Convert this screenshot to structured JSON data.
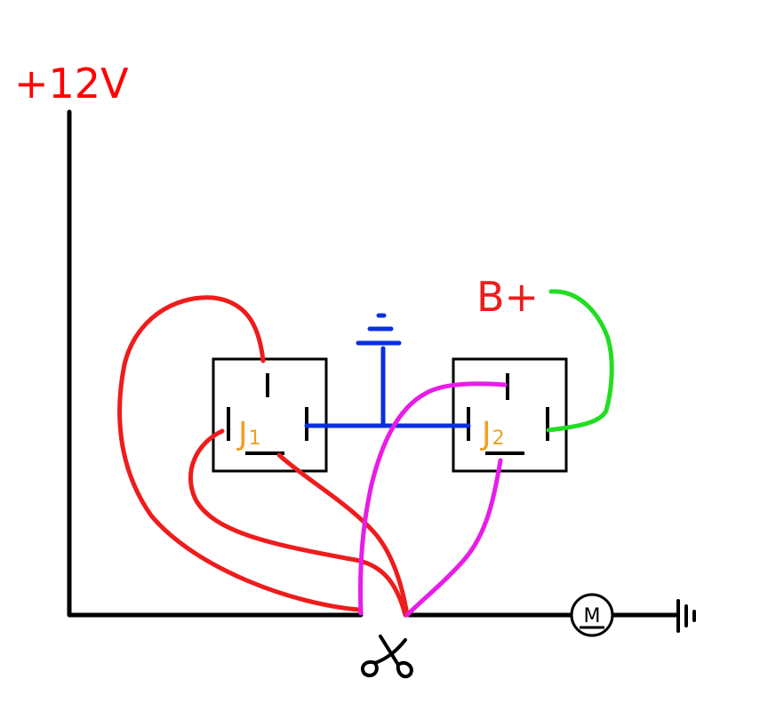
{
  "labels": {
    "supply": "+12V",
    "battery": "B+",
    "relay1_prefix": "J",
    "relay1_index": "1",
    "relay2_prefix": "J",
    "relay2_index": "2",
    "motor": "M"
  },
  "colors": {
    "background": "#ffffff",
    "frame_wire": "#000000",
    "supply_label": "#ff0000",
    "relay_label": "#f0a020",
    "coil_wire": "#0a2fe0",
    "power_wire": "#ee1c1c",
    "switched_wire": "#e81ce8",
    "battery_wire": "#22dd22"
  },
  "icons": {
    "ground_top": "ground-symbol",
    "ground_right": "ground-symbol",
    "cut_mark": "scissors-icon",
    "motor": "motor-symbol"
  }
}
